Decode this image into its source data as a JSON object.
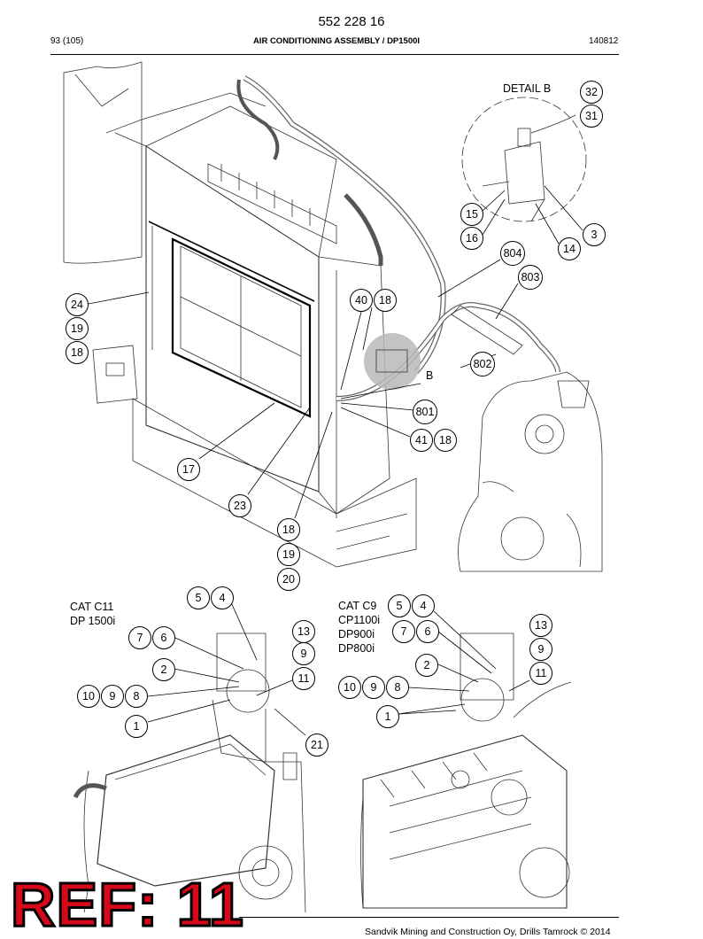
{
  "header": {
    "doc_number": "552 228 16",
    "page": "93 (105)",
    "title": "AIR CONDITIONING ASSEMBLY / DP1500I",
    "date": "140812"
  },
  "labels": {
    "detail": "DETAIL B",
    "ref_b": "B",
    "cat_c11_line1": "CAT C11",
    "cat_c11_line2": "DP 1500i",
    "cat_c9_line1": "CAT C9",
    "cat_c9_line2": "CP1100i",
    "cat_c9_line3": "DP900i",
    "cat_c9_line4": "DP800i"
  },
  "callouts": [
    {
      "id": "c32",
      "text": "32"
    },
    {
      "id": "c31",
      "text": "31"
    },
    {
      "id": "c15",
      "text": "15"
    },
    {
      "id": "c16",
      "text": "16"
    },
    {
      "id": "c3",
      "text": "3"
    },
    {
      "id": "c14",
      "text": "14"
    },
    {
      "id": "c804",
      "text": "804"
    },
    {
      "id": "c803",
      "text": "803"
    },
    {
      "id": "c24",
      "text": "24"
    },
    {
      "id": "c19a",
      "text": "19"
    },
    {
      "id": "c18a",
      "text": "18"
    },
    {
      "id": "c40",
      "text": "40"
    },
    {
      "id": "c18b",
      "text": "18"
    },
    {
      "id": "c802",
      "text": "802"
    },
    {
      "id": "c801",
      "text": "801"
    },
    {
      "id": "c41",
      "text": "41"
    },
    {
      "id": "c18c",
      "text": "18"
    },
    {
      "id": "c17",
      "text": "17"
    },
    {
      "id": "c23",
      "text": "23"
    },
    {
      "id": "c18d",
      "text": "18"
    },
    {
      "id": "c19b",
      "text": "19"
    },
    {
      "id": "c20",
      "text": "20"
    },
    {
      "id": "c5a",
      "text": "5"
    },
    {
      "id": "c4a",
      "text": "4"
    },
    {
      "id": "c7a",
      "text": "7"
    },
    {
      "id": "c6a",
      "text": "6"
    },
    {
      "id": "c13a",
      "text": "13"
    },
    {
      "id": "c9a",
      "text": "9"
    },
    {
      "id": "c2a",
      "text": "2"
    },
    {
      "id": "c11a",
      "text": "11"
    },
    {
      "id": "c10a",
      "text": "10"
    },
    {
      "id": "c9b",
      "text": "9"
    },
    {
      "id": "c8a",
      "text": "8"
    },
    {
      "id": "c1a",
      "text": "1"
    },
    {
      "id": "c21",
      "text": "21"
    },
    {
      "id": "c5b",
      "text": "5"
    },
    {
      "id": "c4b",
      "text": "4"
    },
    {
      "id": "c7b",
      "text": "7"
    },
    {
      "id": "c6b",
      "text": "6"
    },
    {
      "id": "c13b",
      "text": "13"
    },
    {
      "id": "c9c",
      "text": "9"
    },
    {
      "id": "c2b",
      "text": "2"
    },
    {
      "id": "c11b",
      "text": "11"
    },
    {
      "id": "c10b",
      "text": "10"
    },
    {
      "id": "c9d",
      "text": "9"
    },
    {
      "id": "c8b",
      "text": "8"
    },
    {
      "id": "c1b",
      "text": "1"
    }
  ],
  "footer": {
    "company": "Sandvik Mining and Construction Oy, Drills Tamrock © 2014"
  },
  "stamp": {
    "text": "REF: 11",
    "color": "#d6081a"
  }
}
